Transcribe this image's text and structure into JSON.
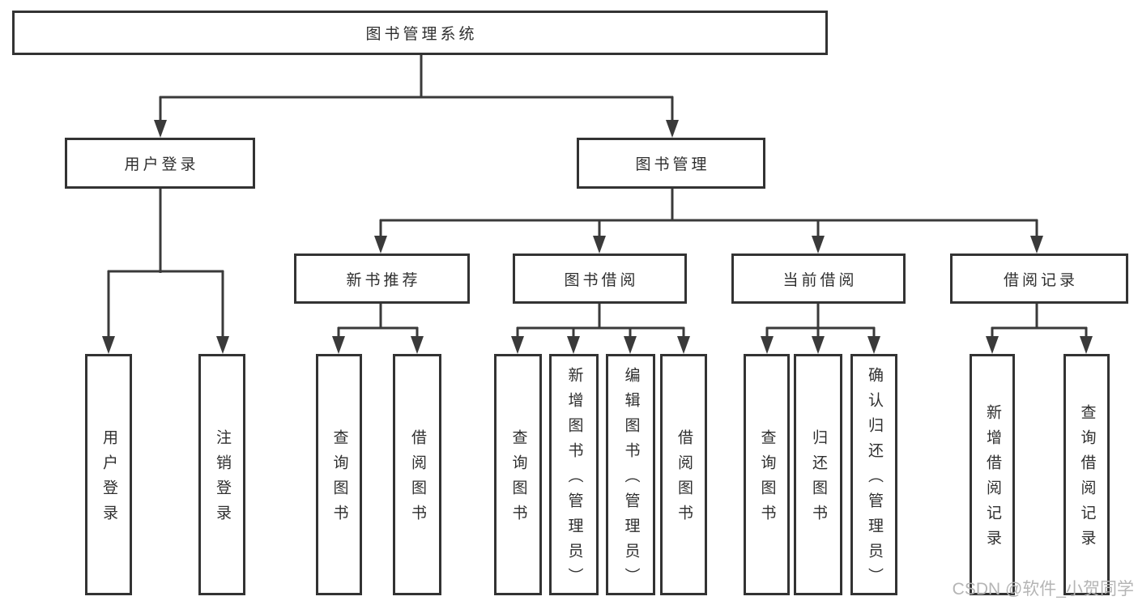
{
  "tree": {
    "root": {
      "label": "图书管理系统",
      "children": [
        {
          "label": "用户登录",
          "children": [
            {
              "label": "用户登录"
            },
            {
              "label": "注销登录"
            }
          ]
        },
        {
          "label": "图书管理",
          "children": [
            {
              "label": "新书推荐",
              "children": [
                {
                  "label": "查询图书"
                },
                {
                  "label": "借阅图书"
                }
              ]
            },
            {
              "label": "图书借阅",
              "children": [
                {
                  "label": "查询图书"
                },
                {
                  "label": "新增图书（管理员）"
                },
                {
                  "label": "编辑图书（管理员）"
                },
                {
                  "label": "借阅图书"
                }
              ]
            },
            {
              "label": "当前借阅",
              "children": [
                {
                  "label": "查询图书"
                },
                {
                  "label": "归还图书"
                },
                {
                  "label": "确认归还（管理员）"
                }
              ]
            },
            {
              "label": "借阅记录",
              "children": [
                {
                  "label": "新增借阅记录"
                },
                {
                  "label": "查询借阅记录"
                }
              ]
            }
          ]
        }
      ]
    }
  },
  "watermark": {
    "text": "CSDN @软件_小贺同学",
    "color": "#b5b5b5"
  },
  "colors": {
    "line": "#3a3a3a",
    "box_border": "#333333",
    "text": "#2f2f2f",
    "background": "#ffffff"
  }
}
